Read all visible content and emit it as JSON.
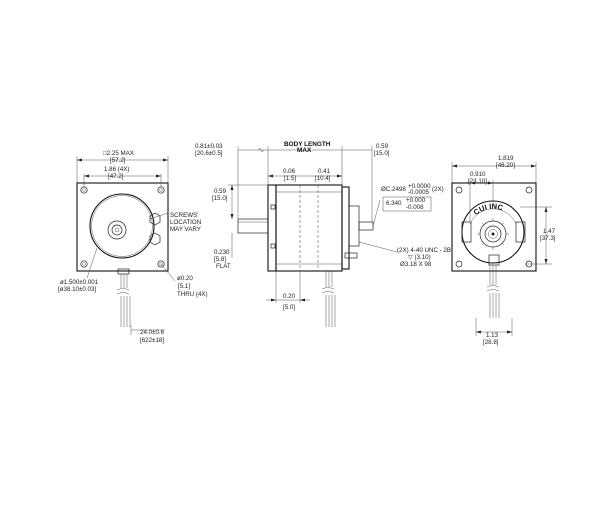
{
  "front_view": {
    "overall_width": "□2.25 MAX",
    "overall_width_mm": "[57.2]",
    "hole_spacing": "1.86 (4X)",
    "hole_spacing_mm": "[47.2]",
    "screws_note": [
      "SCREWS'",
      "LOCATION",
      "MAY VARY"
    ],
    "pilot_dia": "ø1.500±0.001",
    "pilot_dia_mm": "[ø38.10±0.03]",
    "thru_hole": "ø0.20",
    "thru_hole_mm": "[5.1]",
    "thru_note": "THRU (4X)",
    "lead_length": "24.0±0.6",
    "lead_length_mm": "[622±18]"
  },
  "side_view": {
    "shaft_length": "0.81±0.03",
    "shaft_length_mm": "[20.6±0.5]",
    "body_length_label": "BODY LENGTH",
    "body_length_sub": "MAX",
    "rear_length": "0.59",
    "rear_length_mm": "[15.0]",
    "pilot_depth": "0.06",
    "pilot_depth_mm": "[1.5]",
    "flange_thickness": "0.41",
    "flange_thickness_mm": "[10.4]",
    "flat_length": "0.59",
    "flat_length_mm": "[15.0]",
    "flat_depth": "0.230",
    "flat_depth_mm": "[5.8]",
    "flat_label": "FLAT",
    "rear_offset": "0.20",
    "rear_offset_mm": "[5.0]",
    "shaft_dia": "ØC.2498",
    "shaft_dia_tol_plus": "+0.0000",
    "shaft_dia_tol_minus": "-0.0005",
    "shaft_dia_count": "(2X)",
    "shaft_dia_mm": "6.340",
    "shaft_dia_mm_tol_plus": "+0.000",
    "shaft_dia_mm_tol_minus": "-0.008",
    "thread_spec": "(2X) 4-40 UNC - 2B",
    "thread_depth": "▽ (3.10)",
    "thread_min_depth": "Ø3.18 X 98"
  },
  "rear_view": {
    "flange_width": "1.819",
    "flange_width_mm": "[46.20]",
    "encoder_pitch": "0.910",
    "encoder_pitch_mm": "[23.10]",
    "height": "1.47",
    "height_mm": "[37.3]",
    "bottom_width": "1.13",
    "bottom_width_mm": "[28.8]",
    "brand_text": "CUI INC"
  }
}
